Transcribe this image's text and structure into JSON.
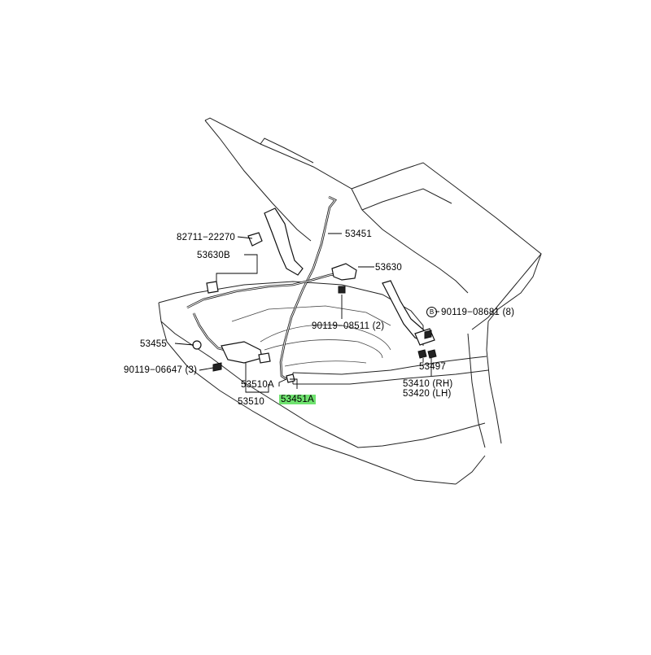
{
  "diagram": {
    "callouts": {
      "p82711": "82711−22270",
      "p53451": "53451",
      "p53630B": "53630B",
      "p53630": "53630",
      "p90119_08511": "90119−08511",
      "p90119_08511_qty": "(2)",
      "p90119_08681": "90119−08681",
      "p90119_08681_qty": "(8)",
      "p90119_08681_marker": "B",
      "p53455": "53455",
      "p90119_06647": "90119−06647",
      "p90119_06647_qty": "(3)",
      "p53510A": "53510A",
      "p53510": "53510",
      "p53451A": "53451A",
      "p53497": "53497",
      "p53410": "53410",
      "p53410_side": "(RH)",
      "p53420": "53420",
      "p53420_side": "(LH)"
    },
    "highlight_color": "#6fe36f"
  }
}
